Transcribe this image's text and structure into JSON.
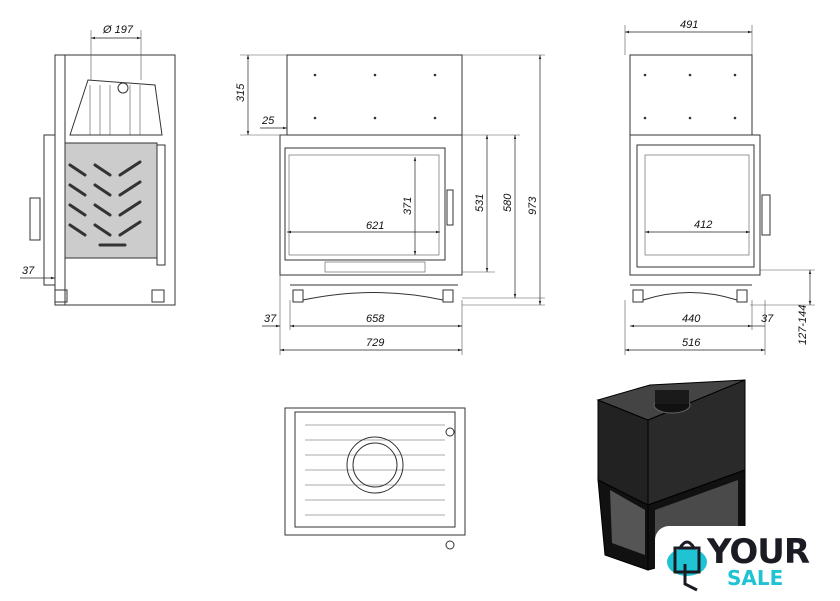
{
  "side_view": {
    "flue_diameter": "Ø 197",
    "side_offset": "37"
  },
  "front_view": {
    "top_height": "315",
    "top_offset": "25",
    "glass_height": "371",
    "glass_width": "621",
    "door_height": "531",
    "body_height": "580",
    "total_height": "973",
    "side_offset": "37",
    "inner_width": "658",
    "total_width": "729"
  },
  "right_view": {
    "top_width": "491",
    "glass_width": "412",
    "inner_width": "440",
    "side_offset": "37",
    "total_width": "516",
    "leg_height": "127-144"
  },
  "logo": {
    "word1": "YOUR",
    "word2": "SALE",
    "accent_color": "#1fc3d4",
    "dark_color": "#1b1b24"
  }
}
